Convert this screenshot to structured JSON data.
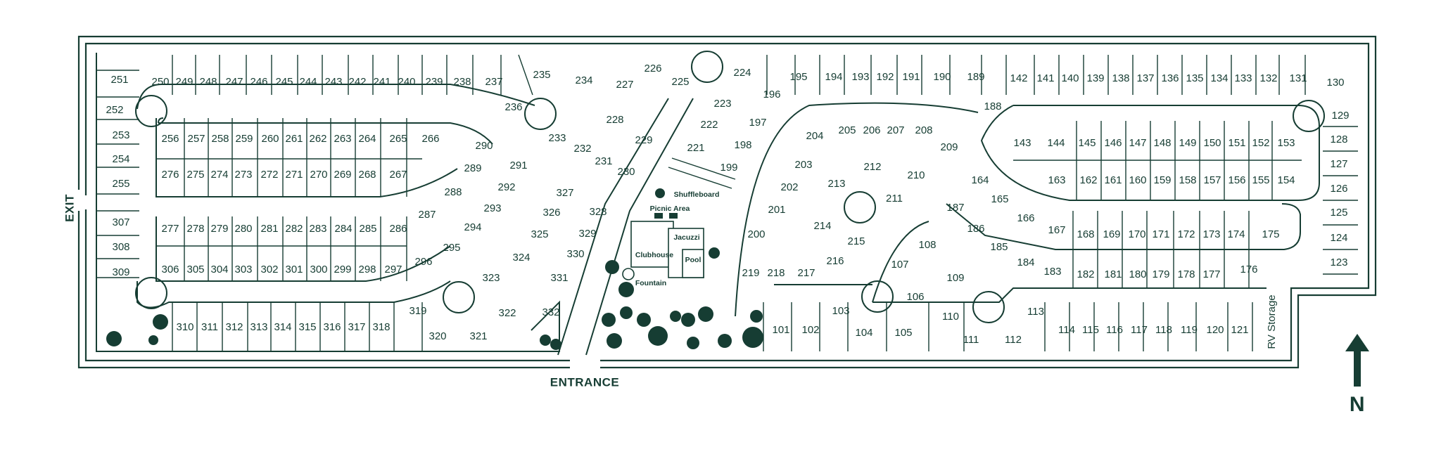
{
  "annotations": {
    "entrance": "ENTRANCE",
    "exit": "EXIT",
    "north": "N",
    "rv_storage": "RV Storage"
  },
  "amenities": {
    "picnic": "Picnic Area",
    "jacuzzi": "Jacuzzi",
    "clubhouse": "Clubhouse",
    "pool": "Pool",
    "fountain": "Fountain",
    "shuffleboard": "Shuffleboard"
  },
  "lots": [
    "251",
    "250",
    "249",
    "248",
    "247",
    "246",
    "245",
    "244",
    "243",
    "242",
    "241",
    "240",
    "239",
    "238",
    "237",
    "235",
    "234",
    "236",
    "252",
    "253",
    "254",
    "255",
    "256",
    "257",
    "258",
    "259",
    "260",
    "261",
    "262",
    "263",
    "264",
    "265",
    "266",
    "276",
    "275",
    "274",
    "273",
    "272",
    "271",
    "270",
    "269",
    "268",
    "267",
    "290",
    "291",
    "289",
    "292",
    "288",
    "293",
    "287",
    "294",
    "286",
    "295",
    "296",
    "297",
    "285",
    "284",
    "283",
    "282",
    "281",
    "280",
    "279",
    "278",
    "277",
    "307",
    "308",
    "309",
    "306",
    "305",
    "304",
    "303",
    "302",
    "301",
    "300",
    "299",
    "298",
    "310",
    "311",
    "312",
    "313",
    "314",
    "315",
    "316",
    "317",
    "318",
    "319",
    "320",
    "321",
    "322",
    "323",
    "324",
    "325",
    "326",
    "327",
    "328",
    "329",
    "330",
    "331",
    "332",
    "233",
    "232",
    "231",
    "230",
    "229",
    "228",
    "227",
    "226",
    "225",
    "224",
    "223",
    "222",
    "221",
    "197",
    "198",
    "199",
    "196",
    "195",
    "194",
    "193",
    "192",
    "191",
    "190",
    "189",
    "188",
    "142",
    "141",
    "140",
    "139",
    "138",
    "137",
    "136",
    "135",
    "134",
    "133",
    "132",
    "131",
    "130",
    "129",
    "128",
    "127",
    "126",
    "125",
    "124",
    "123",
    "143",
    "144",
    "145",
    "146",
    "147",
    "148",
    "149",
    "150",
    "151",
    "152",
    "153",
    "163",
    "162",
    "161",
    "160",
    "159",
    "158",
    "157",
    "156",
    "155",
    "154",
    "205",
    "206",
    "207",
    "208",
    "204",
    "209",
    "212",
    "203",
    "210",
    "213",
    "211",
    "202",
    "201",
    "214",
    "200",
    "215",
    "219",
    "218",
    "217",
    "216",
    "108",
    "107",
    "109",
    "106",
    "110",
    "111",
    "112",
    "113",
    "164",
    "187",
    "165",
    "166",
    "186",
    "185",
    "167",
    "184",
    "183",
    "168",
    "169",
    "170",
    "171",
    "172",
    "173",
    "174",
    "175",
    "182",
    "181",
    "180",
    "179",
    "178",
    "177",
    "176",
    "114",
    "115",
    "116",
    "117",
    "118",
    "119",
    "120",
    "121",
    "101",
    "102",
    "103",
    "104",
    "105"
  ]
}
